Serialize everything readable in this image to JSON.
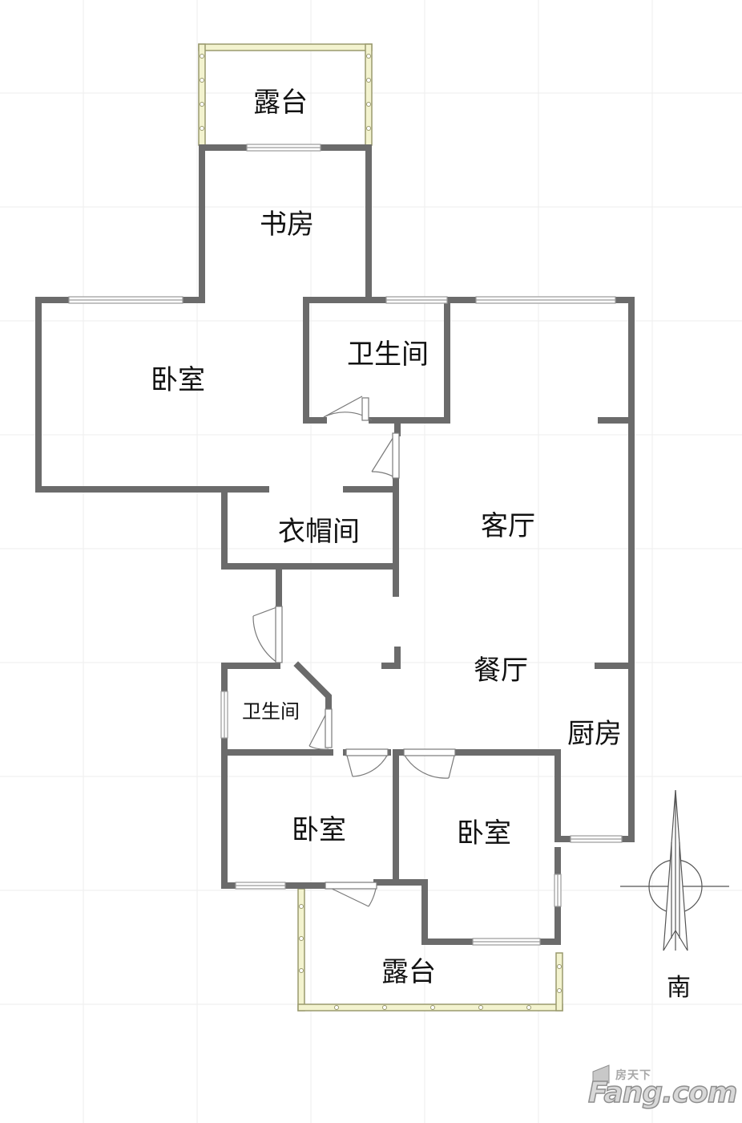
{
  "floorplan": {
    "rooms": {
      "north_terrace": "露台",
      "study": "书房",
      "master_bedroom": "卧室",
      "master_bathroom": "卫生间",
      "cloakroom": "衣帽间",
      "living_room": "客厅",
      "dining_room": "餐厅",
      "kitchen": "厨房",
      "guest_bathroom": "卫生间",
      "bedroom_2": "卧室",
      "bedroom_3": "卧室",
      "south_terrace": "露台"
    },
    "compass": {
      "direction_label": "南"
    },
    "colors": {
      "background": "#ffffff",
      "grid": "#eeeeee",
      "wall": "#6b6b6b",
      "terrace_fill": "#f3f3cf",
      "terrace_outline": "#9a9a6e",
      "window": "#9a9a9a"
    }
  },
  "watermark": {
    "cn": "房天下",
    "en": "Fang.com"
  }
}
